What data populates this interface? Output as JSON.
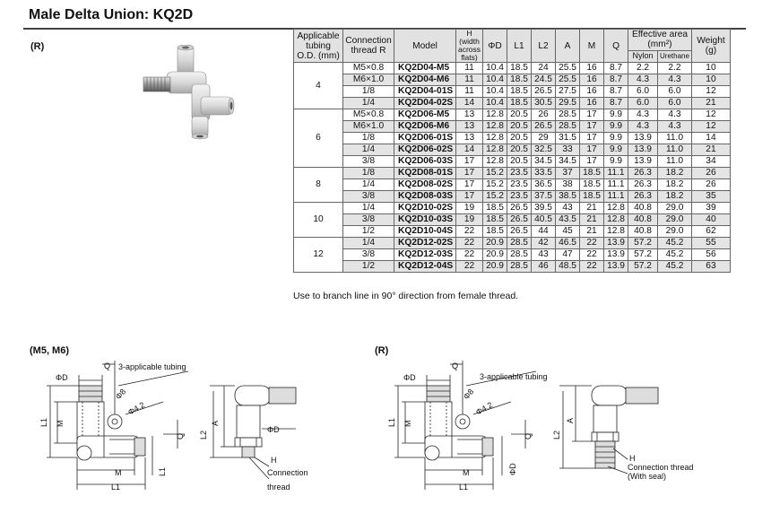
{
  "title": "Male Delta Union: KQ2D",
  "photo_label": "(R)",
  "table": {
    "headers": {
      "tubing": "Applicable tubing O.D. (mm)",
      "thread": "Connection thread R",
      "model": "Model",
      "h": "H (width across flats)",
      "phid": "ΦD",
      "l1": "L1",
      "l2": "L2",
      "a": "A",
      "m": "M",
      "q": "Q",
      "eff": "Effective area (mm²)",
      "nylon": "Nylon",
      "urethane": "Urethane",
      "weight": "Weight (g)"
    },
    "groups": [
      {
        "tubing": "4",
        "rows": [
          [
            "M5×0.8",
            "KQ2D04-M5",
            "11",
            "10.4",
            "18.5",
            "24",
            "25.5",
            "16",
            "8.7",
            "2.2",
            "2.2",
            "10"
          ],
          [
            "M6×1.0",
            "KQ2D04-M6",
            "11",
            "10.4",
            "18.5",
            "24.5",
            "25.5",
            "16",
            "8.7",
            "4.3",
            "4.3",
            "10"
          ],
          [
            "1/8",
            "KQ2D04-01S",
            "11",
            "10.4",
            "18.5",
            "26.5",
            "27.5",
            "16",
            "8.7",
            "6.0",
            "6.0",
            "12"
          ],
          [
            "1/4",
            "KQ2D04-02S",
            "14",
            "10.4",
            "18.5",
            "30.5",
            "29.5",
            "16",
            "8.7",
            "6.0",
            "6.0",
            "21"
          ]
        ]
      },
      {
        "tubing": "6",
        "rows": [
          [
            "M5×0.8",
            "KQ2D06-M5",
            "13",
            "12.8",
            "20.5",
            "26",
            "28.5",
            "17",
            "9.9",
            "4.3",
            "4.3",
            "12"
          ],
          [
            "M6×1.0",
            "KQ2D06-M6",
            "13",
            "12.8",
            "20.5",
            "26.5",
            "28.5",
            "17",
            "9.9",
            "4.3",
            "4.3",
            "12"
          ],
          [
            "1/8",
            "KQ2D06-01S",
            "13",
            "12.8",
            "20.5",
            "29",
            "31.5",
            "17",
            "9.9",
            "13.9",
            "11.0",
            "14"
          ],
          [
            "1/4",
            "KQ2D06-02S",
            "14",
            "12.8",
            "20.5",
            "32.5",
            "33",
            "17",
            "9.9",
            "13.9",
            "11.0",
            "21"
          ],
          [
            "3/8",
            "KQ2D06-03S",
            "17",
            "12.8",
            "20.5",
            "34.5",
            "34.5",
            "17",
            "9.9",
            "13.9",
            "11.0",
            "34"
          ]
        ]
      },
      {
        "tubing": "8",
        "rows": [
          [
            "1/8",
            "KQ2D08-01S",
            "17",
            "15.2",
            "23.5",
            "33.5",
            "37",
            "18.5",
            "11.1",
            "26.3",
            "18.2",
            "26"
          ],
          [
            "1/4",
            "KQ2D08-02S",
            "17",
            "15.2",
            "23.5",
            "36.5",
            "38",
            "18.5",
            "11.1",
            "26.3",
            "18.2",
            "26"
          ],
          [
            "3/8",
            "KQ2D08-03S",
            "17",
            "15.2",
            "23.5",
            "37.5",
            "38.5",
            "18.5",
            "11.1",
            "26.3",
            "18.2",
            "35"
          ]
        ]
      },
      {
        "tubing": "10",
        "rows": [
          [
            "1/4",
            "KQ2D10-02S",
            "19",
            "18.5",
            "26.5",
            "39.5",
            "43",
            "21",
            "12.8",
            "40.8",
            "29.0",
            "39"
          ],
          [
            "3/8",
            "KQ2D10-03S",
            "19",
            "18.5",
            "26.5",
            "40.5",
            "43.5",
            "21",
            "12.8",
            "40.8",
            "29.0",
            "40"
          ],
          [
            "1/2",
            "KQ2D10-04S",
            "22",
            "18.5",
            "26.5",
            "44",
            "45",
            "21",
            "12.8",
            "40.8",
            "29.0",
            "62"
          ]
        ]
      },
      {
        "tubing": "12",
        "rows": [
          [
            "1/4",
            "KQ2D12-02S",
            "22",
            "20.9",
            "28.5",
            "42",
            "46.5",
            "22",
            "13.9",
            "57.2",
            "45.2",
            "55"
          ],
          [
            "3/8",
            "KQ2D12-03S",
            "22",
            "20.9",
            "28.5",
            "43",
            "47",
            "22",
            "13.9",
            "57.2",
            "45.2",
            "56"
          ],
          [
            "1/2",
            "KQ2D12-04S",
            "22",
            "20.9",
            "28.5",
            "46",
            "48.5",
            "22",
            "13.9",
            "57.2",
            "45.2",
            "63"
          ]
        ]
      }
    ]
  },
  "note": "Use to branch line in 90° direction from female thread.",
  "drawings": {
    "m5_label": "(M5, M6)",
    "r_label": "(R)",
    "phiD": "ΦD",
    "phi8": "Φ8",
    "phi42": "Φ4.2",
    "Q": "Q",
    "L1": "L1",
    "L2": "L2",
    "M": "M",
    "A": "A",
    "H": "H",
    "tubing": "3-applicable tubing",
    "conn": "Connection",
    "thread": "thread",
    "conn_thread": "Connection thread",
    "seal": "(With seal)"
  }
}
